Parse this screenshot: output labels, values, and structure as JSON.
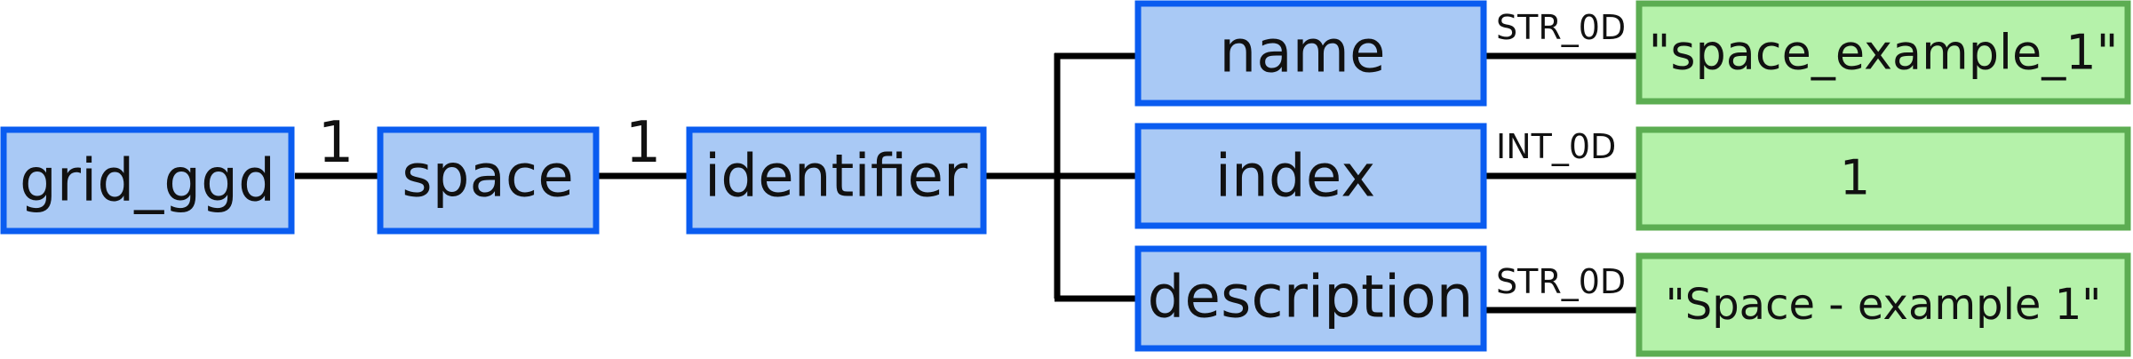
{
  "nodes": {
    "grid_ggd": "grid_ggd",
    "space": "space",
    "identifier": "identifier",
    "name": "name",
    "index": "index",
    "description": "description",
    "name_value": "\"space_example_1\"",
    "index_value": "1",
    "description_value": "\"Space - example 1\""
  },
  "edges": {
    "grid_ggd_to_space": "1",
    "space_to_identifier": "1",
    "name_type": "STR_0D",
    "index_type": "INT_0D",
    "description_type": "STR_0D"
  },
  "colors": {
    "node_fill": "#a9c9f5",
    "node_stroke": "#0a5cf0",
    "value_fill": "#b5f2aa",
    "value_stroke": "#5cad52"
  }
}
